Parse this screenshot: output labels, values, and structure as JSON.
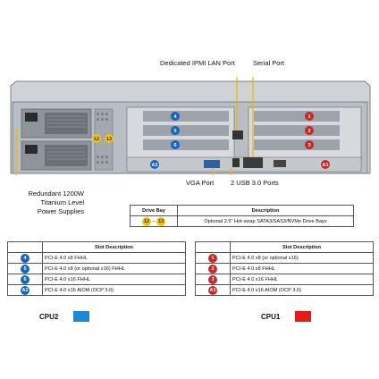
{
  "callouts": {
    "ipmi": "Dedicated IPMI LAN Port",
    "serial": "Serial Port",
    "vga": "VGA Port",
    "usb": "2 USB 3.0 Ports",
    "psu": [
      "Redundant 1200W",
      "Titanium Level",
      "Power Supplies"
    ]
  },
  "chassis_markers": {
    "left_slots": [
      "4",
      "5",
      "6"
    ],
    "right_slots": [
      "1",
      "2",
      "3"
    ],
    "aiom_left": "A2",
    "aiom_right": "A1",
    "bay_a": "12",
    "bay_b": "13"
  },
  "drive_table": {
    "headers": [
      "Drive Bay",
      "Description"
    ],
    "row": {
      "from": "12",
      "sep": "–",
      "to": "13",
      "description": "Optional 2.5\" Hot-swap SATA3/SAS3/NVMe Drive Bays"
    }
  },
  "cpu2_table": {
    "header": "Slot Description",
    "rows": [
      {
        "num": "4",
        "desc": "PCI-E 4.0 x8 FHHL"
      },
      {
        "num": "5",
        "desc": "PCI-E 4.0 x8 (or optional x16) FHHL"
      },
      {
        "num": "6",
        "desc": "PCI-E 4.0 x16 FHHL"
      },
      {
        "num": "A2",
        "desc": "PCI-E 4.0 x16 AIOM (OCP 3.0)"
      }
    ],
    "cpu_label": "CPU2",
    "color": "#1e88d6"
  },
  "cpu1_table": {
    "header": "Slot Description",
    "rows": [
      {
        "num": "1",
        "desc": "PCI-E 4.0 x8 (or optional x16)"
      },
      {
        "num": "2",
        "desc": "PCI-E 4.0 x8 FHHL"
      },
      {
        "num": "3",
        "desc": "PCI-E 4.0 x16 FHHL"
      },
      {
        "num": "A1",
        "desc": "PCI-E 4.0 x16 AIOM (OCP 3.0)"
      }
    ],
    "cpu_label": "CPU1",
    "color": "#e31b1b"
  }
}
